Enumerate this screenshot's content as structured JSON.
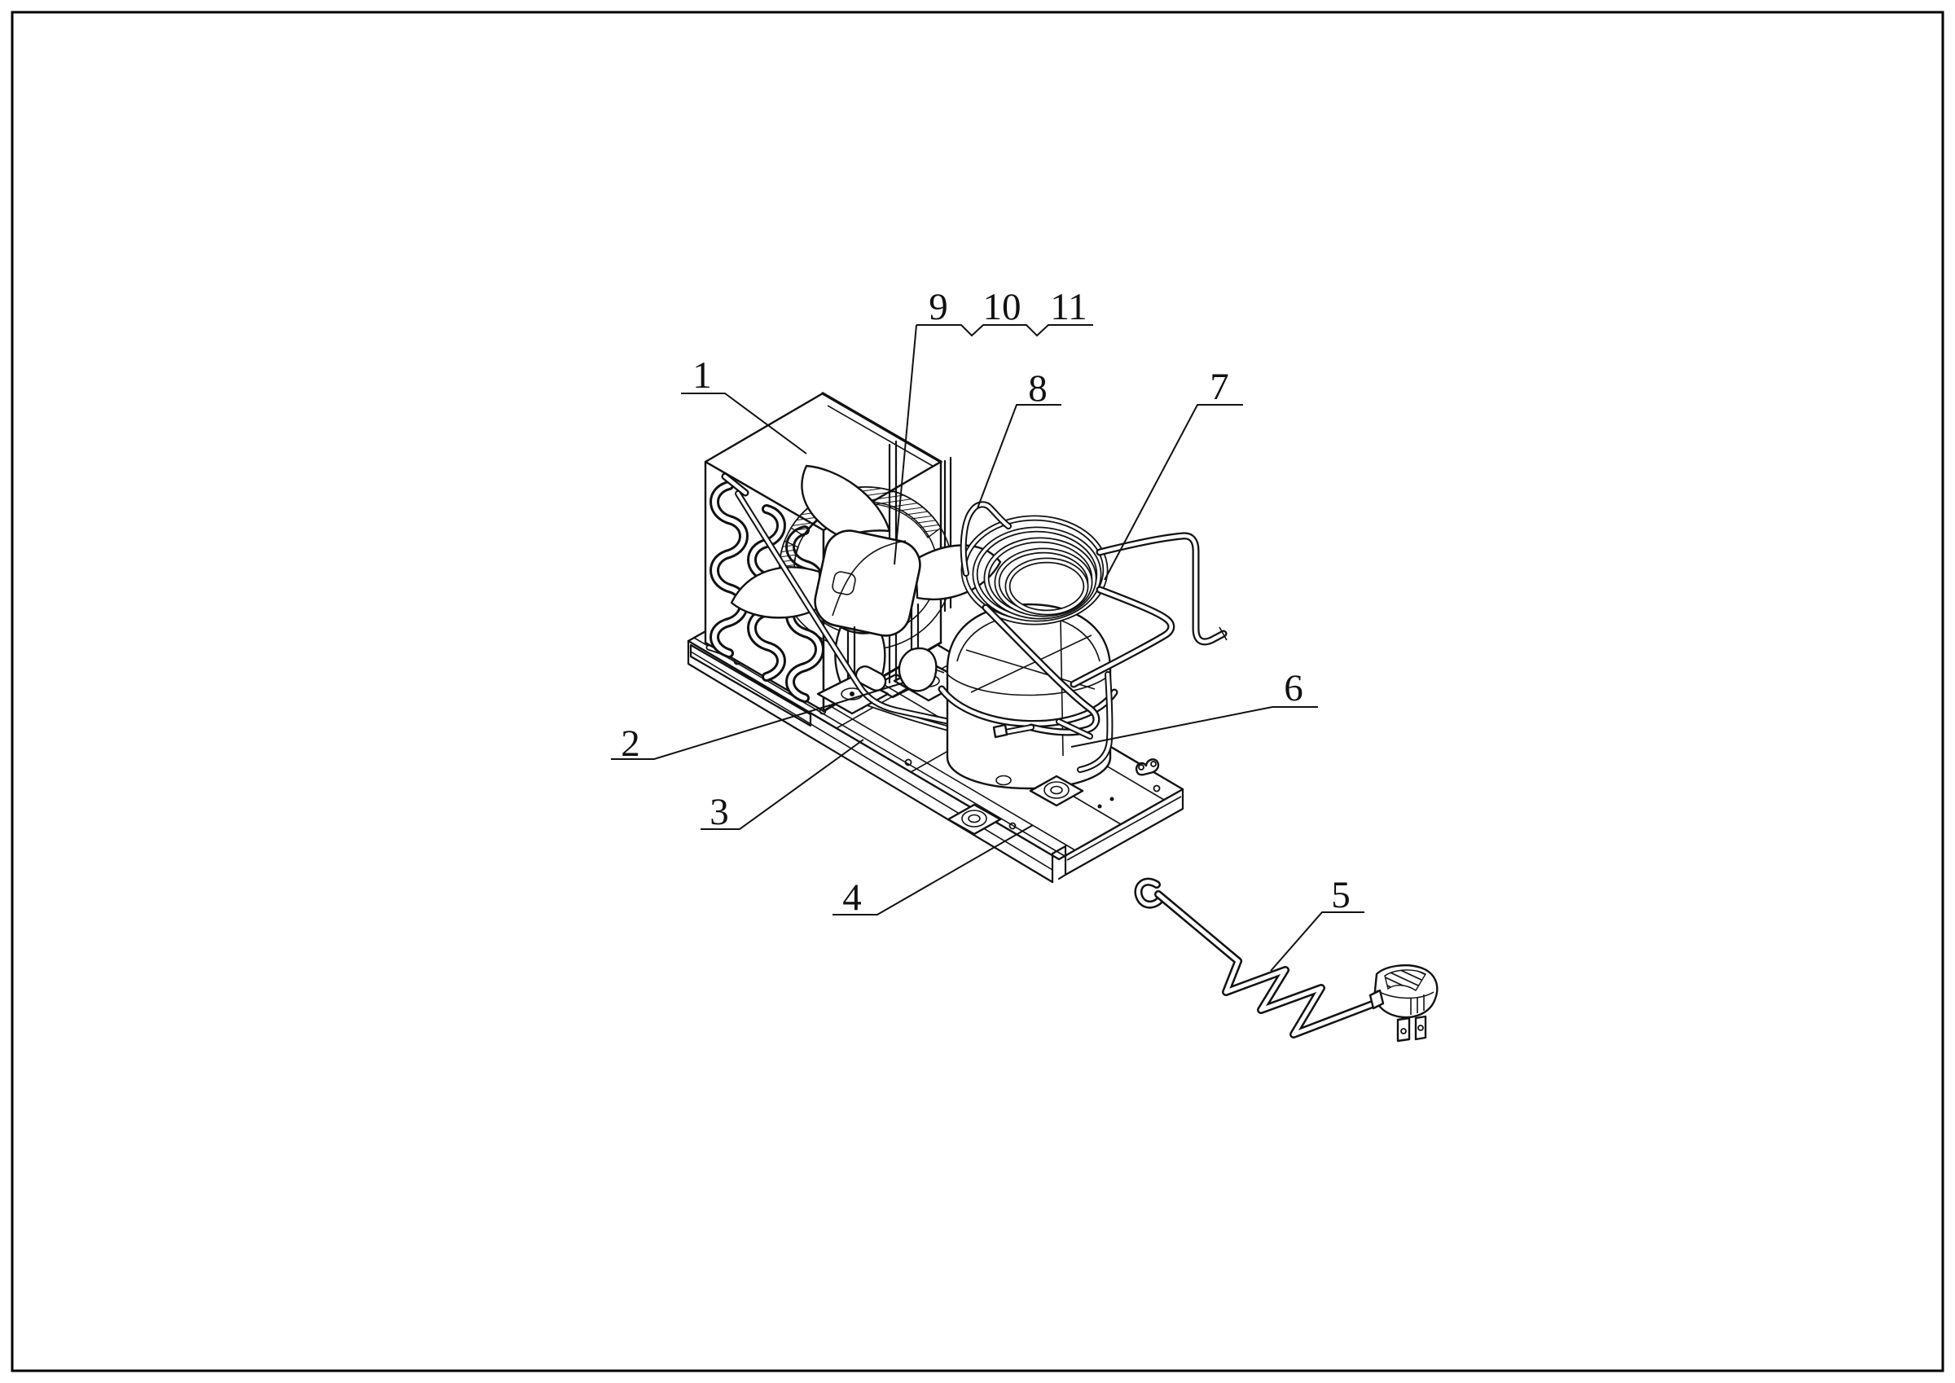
{
  "figure": {
    "background": "#ffffff",
    "line_color": "#111111",
    "border_color": "#000000"
  },
  "callouts": [
    {
      "number": "1"
    },
    {
      "number": "2"
    },
    {
      "number": "3"
    },
    {
      "number": "4"
    },
    {
      "number": "5"
    },
    {
      "number": "6"
    },
    {
      "number": "7"
    },
    {
      "number": "8"
    },
    {
      "number": "9"
    },
    {
      "number": "10"
    },
    {
      "number": "11"
    }
  ]
}
